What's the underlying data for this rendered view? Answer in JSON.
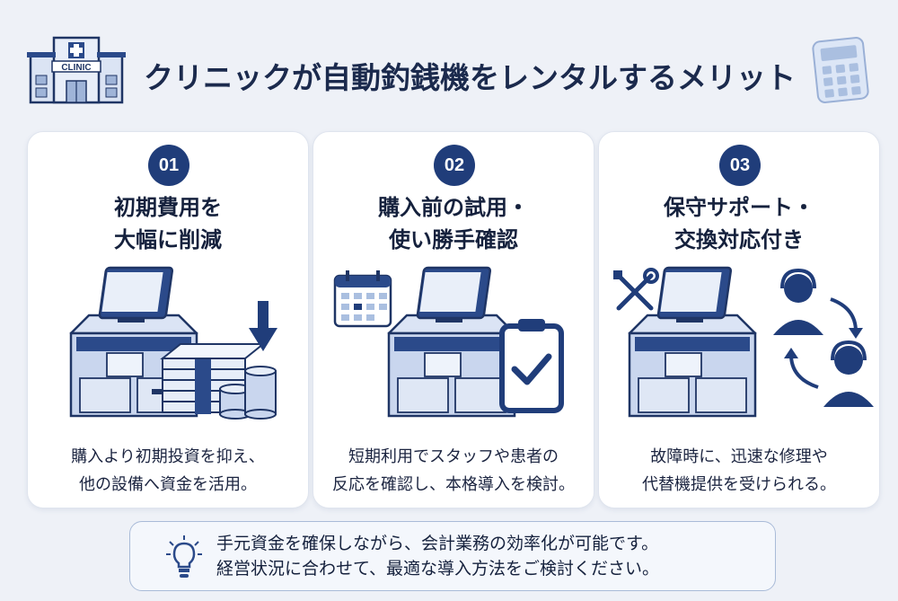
{
  "header": {
    "title": "クリニックが自動釣銭機をレンタルするメリット",
    "clinic_sign": "CLINIC",
    "left_icon": "clinic-building-icon",
    "right_icon": "calculator-icon"
  },
  "cards": [
    {
      "number": "01",
      "title_lines": [
        "初期費用を",
        "大幅に削減"
      ],
      "desc_lines": [
        "購入より初期投資を抑え、",
        "他の設備へ資金を活用。"
      ],
      "icons": [
        "cash-machine-icon",
        "banknote-stack-icon",
        "coin-stack-icon",
        "down-arrow-icon"
      ]
    },
    {
      "number": "02",
      "title_lines": [
        "購入前の試用・",
        "使い勝手確認"
      ],
      "desc_lines": [
        "短期利用でスタッフや患者の",
        "反応を確認し、本格導入を検討。"
      ],
      "icons": [
        "calendar-icon",
        "cash-machine-icon",
        "checklist-clipboard-icon"
      ]
    },
    {
      "number": "03",
      "title_lines": [
        "保守サポート・",
        "交換対応付き"
      ],
      "desc_lines": [
        "故障時に、迅速な修理や",
        "代替機提供を受けられる。"
      ],
      "icons": [
        "tools-icon",
        "cash-machine-icon",
        "support-agent-icon",
        "exchange-arrows-icon"
      ]
    }
  ],
  "note": {
    "icon": "lightbulb-icon",
    "lines": [
      "手元資金を確保しながら、会計業務の効率化が可能です。",
      "経営状況に合わせて、最適な導入方法をご検討ください。"
    ]
  },
  "colors": {
    "navy": "#203d7a",
    "machine_fill": "#c9d6ee",
    "background": "#eef1f7",
    "card": "#ffffff"
  }
}
